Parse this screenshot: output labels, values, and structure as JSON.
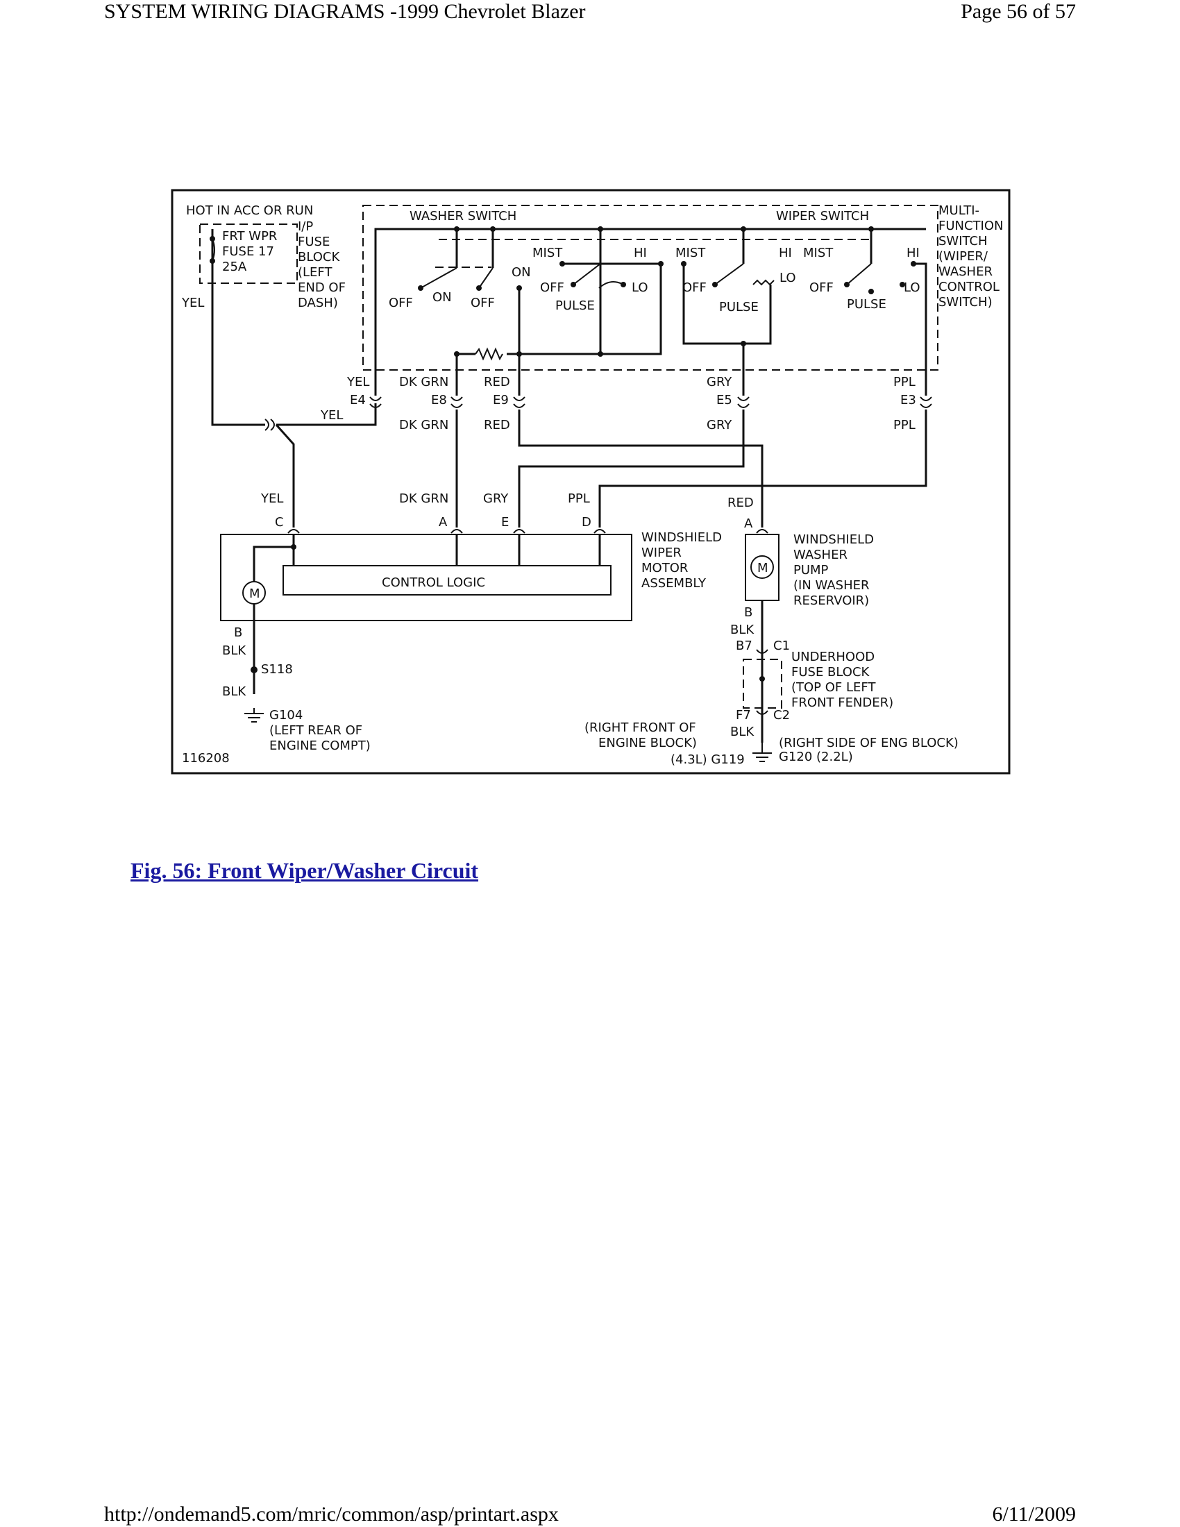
{
  "page": {
    "header_title": "SYSTEM WIRING DIAGRAMS -1999 Chevrolet Blazer",
    "page_number": "Page 56 of 57",
    "footer_url": "http://ondemand5.com/mric/common/asp/printart.aspx",
    "footer_date": "6/11/2009",
    "caption": "Fig. 56: Front Wiper/Washer Circuit"
  },
  "diagram": {
    "figure_id": "116208",
    "power_source": "HOT IN ACC OR RUN",
    "fuse": {
      "name": "FRT WPR",
      "number": "FUSE 17",
      "rating": "25A"
    },
    "fuse_block": [
      "I/P",
      "FUSE",
      "BLOCK",
      "(LEFT",
      "END OF",
      "DASH)"
    ],
    "multifunction_switch": [
      "MULTI-",
      "FUNCTION",
      "SWITCH",
      "(WIPER/",
      "WASHER",
      "CONTROL",
      "SWITCH)"
    ],
    "washer_switch": "WASHER SWITCH",
    "wiper_switch": "WIPER SWITCH",
    "switch_positions": {
      "off": "OFF",
      "on": "ON",
      "mist": "MIST",
      "hi": "HI",
      "lo": "LO",
      "pulse": "PULSE"
    },
    "wire_colors": {
      "yel": "YEL",
      "dk_grn": "DK GRN",
      "red": "RED",
      "gry": "GRY",
      "ppl": "PPL",
      "blk": "BLK"
    },
    "connector_pins": {
      "e4": "E4",
      "e8": "E8",
      "e9": "E9",
      "e5": "E5",
      "e3": "E3",
      "c": "C",
      "a": "A",
      "e": "E",
      "d": "D",
      "b": "B",
      "b7": "B7",
      "f7": "F7",
      "c1": "C1",
      "c2": "C2"
    },
    "control_logic": "CONTROL LOGIC",
    "motor_symbol": "M",
    "wiper_motor_assembly": [
      "WINDSHIELD",
      "WIPER",
      "MOTOR",
      "ASSEMBLY"
    ],
    "washer_pump": [
      "WINDSHIELD",
      "WASHER",
      "PUMP",
      "(IN WASHER",
      "RESERVOIR)"
    ],
    "splice": "S118",
    "ground_g104": [
      "G104",
      "(LEFT REAR OF",
      "ENGINE COMPT)"
    ],
    "underhood_fuse_block": [
      "UNDERHOOD",
      "FUSE BLOCK",
      "(TOP OF LEFT",
      "FRONT FENDER)"
    ],
    "ground_g119": [
      "(RIGHT FRONT OF",
      "ENGINE BLOCK)",
      "(4.3L) G119"
    ],
    "ground_g120": [
      "(RIGHT SIDE OF ENG BLOCK)",
      "G120 (2.2L)"
    ]
  }
}
